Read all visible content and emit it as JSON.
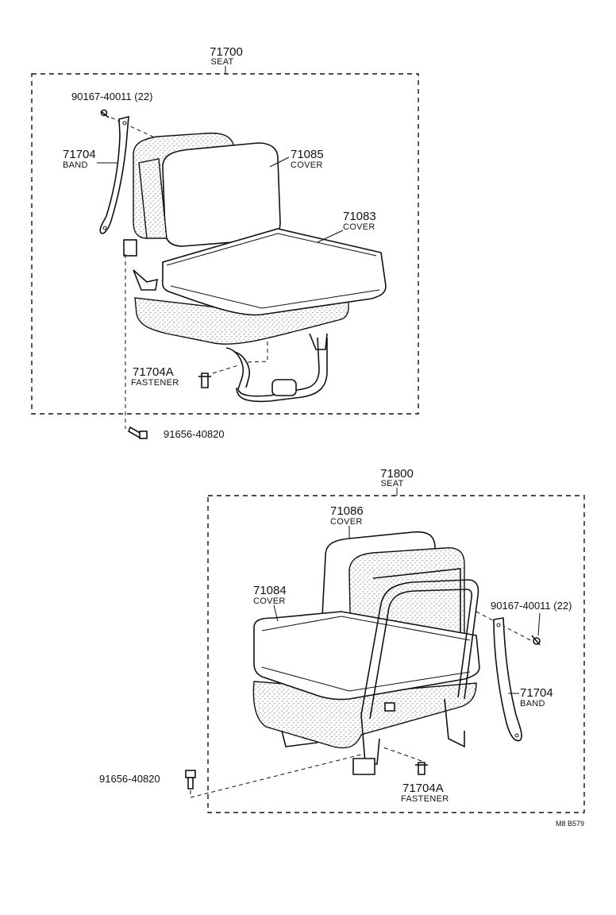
{
  "diagram": {
    "seat_front": {
      "part_number": "71700",
      "name": "SEAT",
      "callouts": [
        {
          "id": "bolt_top",
          "code": "90167-40011 (22)"
        },
        {
          "id": "band",
          "number": "71704",
          "name": "BAND"
        },
        {
          "id": "back_cover",
          "number": "71085",
          "name": "COVER"
        },
        {
          "id": "cushion_cover",
          "number": "71083",
          "name": "COVER"
        },
        {
          "id": "fastener",
          "number": "71704A",
          "name": "FASTENER"
        },
        {
          "id": "bolt_bottom",
          "code": "91656-40820"
        }
      ]
    },
    "seat_rear": {
      "part_number": "71800",
      "name": "SEAT",
      "callouts": [
        {
          "id": "back_cover",
          "number": "71086",
          "name": "COVER"
        },
        {
          "id": "cushion_cover",
          "number": "71084",
          "name": "COVER"
        },
        {
          "id": "bolt_top",
          "code": "90167-40011 (22)"
        },
        {
          "id": "band",
          "number": "71704",
          "name": "BAND"
        },
        {
          "id": "bolt_bottom",
          "code": "91656-40820"
        },
        {
          "id": "fastener",
          "number": "71704A",
          "name": "FASTENER"
        }
      ]
    },
    "drawing_code": "M8 B579"
  }
}
